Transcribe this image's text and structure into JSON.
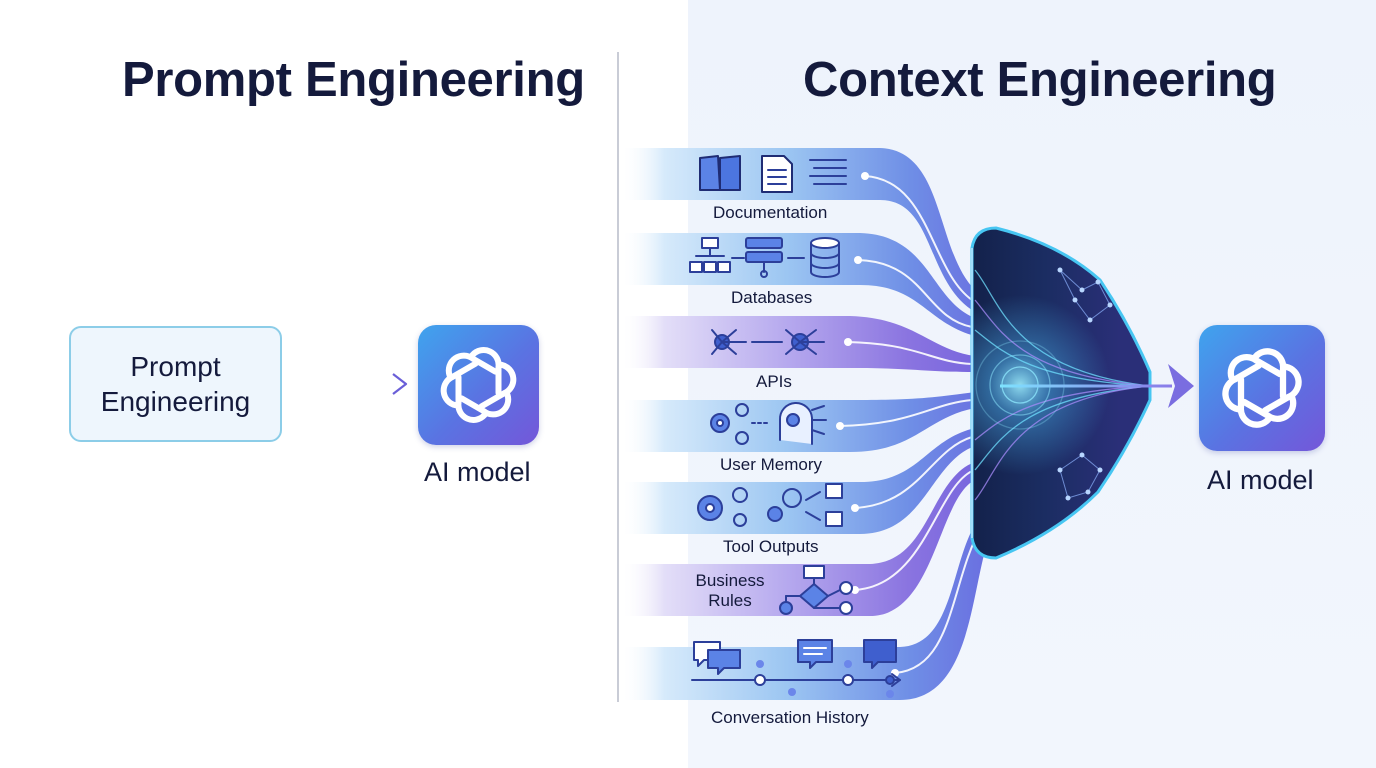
{
  "left": {
    "title": "Prompt Engineering",
    "box_text": "Prompt Engineering",
    "model_label": "AI model"
  },
  "right": {
    "title": "Context Engineering",
    "model_label": "AI model",
    "sources": [
      {
        "label": "Documentation",
        "icon": "book-document-text-icon"
      },
      {
        "label": "Databases",
        "icon": "hierarchy-server-database-icon"
      },
      {
        "label": "APIs",
        "icon": "api-nodes-icon"
      },
      {
        "label": "User Memory",
        "icon": "gears-head-icon"
      },
      {
        "label": "Tool Outputs",
        "icon": "gears-terminal-icon"
      },
      {
        "label": "Business Rules",
        "icon": "flowchart-icon"
      },
      {
        "label": "Conversation History",
        "icon": "chat-bubbles-timeline-icon"
      }
    ]
  },
  "colors": {
    "title": "#141a3c",
    "accent_blue": "#3fa4ee",
    "accent_purple": "#7457d9",
    "stream_light": "#d9ecfc",
    "stream_mid": "#7fb6f0",
    "funnel_dark": "#0f1a3d"
  }
}
